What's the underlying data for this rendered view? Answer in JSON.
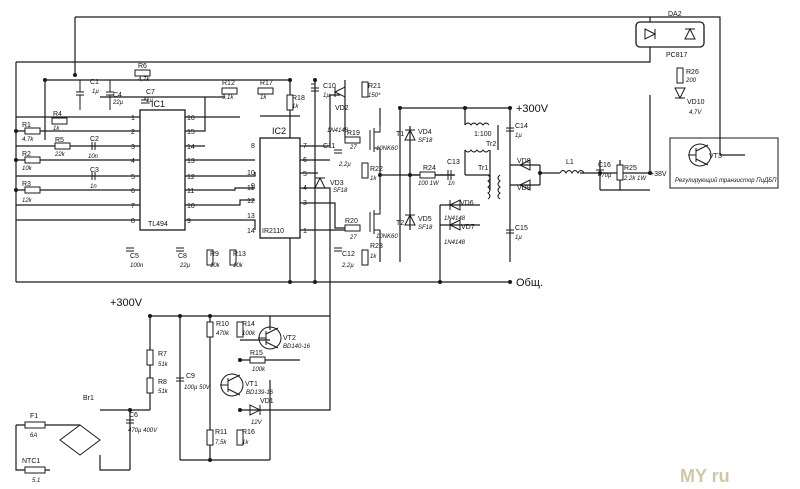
{
  "ics": {
    "ic1": {
      "ref": "IC1",
      "name": "TL494",
      "pins_left": [
        "1",
        "2",
        "3",
        "4",
        "5",
        "6",
        "7",
        "8"
      ],
      "pins_right": [
        "16",
        "15",
        "14",
        "13",
        "12",
        "11",
        "10",
        "9"
      ]
    },
    "ic2": {
      "ref": "IC2",
      "name": "IR2110",
      "pins_left": [
        "8",
        "",
        "12",
        "11",
        "13",
        "14"
      ],
      "pins_right": [
        "7",
        "6",
        "5",
        "4",
        "3",
        "1"
      ],
      "extra_left": [
        "10",
        "9"
      ]
    }
  },
  "rails": {
    "plus300_top": "+300V",
    "plus300_bottom": "+300V",
    "gnd": "Общ.",
    "plus38": "+38V"
  },
  "resistors": [
    {
      "ref": "R1",
      "val": "4,7k"
    },
    {
      "ref": "R2",
      "val": "10k"
    },
    {
      "ref": "R3",
      "val": "12k"
    },
    {
      "ref": "R4",
      "val": "1k"
    },
    {
      "ref": "R5",
      "val": "22k"
    },
    {
      "ref": "R6",
      "val": "4,7k"
    },
    {
      "ref": "R12",
      "val": "9,1k"
    },
    {
      "ref": "R17",
      "val": "1k"
    },
    {
      "ref": "R18",
      "val": "1k"
    },
    {
      "ref": "R21",
      "val": "150*"
    },
    {
      "ref": "R19",
      "val": "27"
    },
    {
      "ref": "R22",
      "val": "1k"
    },
    {
      "ref": "R20",
      "val": "27"
    },
    {
      "ref": "R23",
      "val": "1k"
    },
    {
      "ref": "R24",
      "val": "100 1W"
    },
    {
      "ref": "R25",
      "val": "2,2k 1W"
    },
    {
      "ref": "R26",
      "val": "200"
    },
    {
      "ref": "R9",
      "val": "10k"
    },
    {
      "ref": "R13",
      "val": "10k"
    },
    {
      "ref": "R7",
      "val": "51k"
    },
    {
      "ref": "R8",
      "val": "51k"
    },
    {
      "ref": "R10",
      "val": "470k"
    },
    {
      "ref": "R14",
      "val": "100k"
    },
    {
      "ref": "R15",
      "val": "100k"
    },
    {
      "ref": "R11",
      "val": "7,5k"
    },
    {
      "ref": "R16",
      "val": "1k"
    }
  ],
  "capacitors": [
    {
      "ref": "C1",
      "val": "1µ"
    },
    {
      "ref": "C2",
      "val": "10n"
    },
    {
      "ref": "C3",
      "val": "1n"
    },
    {
      "ref": "C4",
      "val": "22µ"
    },
    {
      "ref": "C7",
      "val": "1µ"
    },
    {
      "ref": "C10",
      "val": "1µ"
    },
    {
      "ref": "C11",
      "val": "2,2µ"
    },
    {
      "ref": "C12",
      "val": "2,2µ"
    },
    {
      "ref": "C13",
      "val": "1n"
    },
    {
      "ref": "C14",
      "val": "1µ"
    },
    {
      "ref": "C15",
      "val": "1µ"
    },
    {
      "ref": "C16",
      "val": "470µ"
    },
    {
      "ref": "C5",
      "val": "100n"
    },
    {
      "ref": "C8",
      "val": "22µ"
    },
    {
      "ref": "C9",
      "val": "100µ 50V"
    },
    {
      "ref": "C6",
      "val": "470µ 400V"
    }
  ],
  "diodes": [
    {
      "ref": "VD2",
      "val": "1N4148"
    },
    {
      "ref": "VD3",
      "val": "SF18"
    },
    {
      "ref": "VD4",
      "val": "SF18"
    },
    {
      "ref": "VD5",
      "val": "SF18"
    },
    {
      "ref": "VD6",
      "val": "1N4148"
    },
    {
      "ref": "VD7",
      "val": "1N4148"
    },
    {
      "ref": "VD8",
      "val": ""
    },
    {
      "ref": "VD9",
      "val": ""
    },
    {
      "ref": "VD10",
      "val": "4,7V"
    },
    {
      "ref": "VD1",
      "val": "12V"
    }
  ],
  "transistors": [
    {
      "ref": "T1",
      "val": "10NK60"
    },
    {
      "ref": "T2",
      "val": "10NK60"
    },
    {
      "ref": "VT1",
      "val": "BD139-16"
    },
    {
      "ref": "VT2",
      "val": "BD140-16"
    },
    {
      "ref": "VT3",
      "val": ""
    }
  ],
  "magnetics": {
    "tr1": "Tr1",
    "tr2": "Tr2",
    "tr2_ratio": "1:100",
    "l1": "L1"
  },
  "misc": {
    "da2": "DA2",
    "opto": "PC817",
    "f1": "F1",
    "f1_val": "6A",
    "br1": "Br1",
    "ntc": "NTC1",
    "ntc_val": "5.1"
  },
  "notes": {
    "vt3_label": "Регулирующий транзистор ПиДБП"
  },
  "watermark": "MY  ru"
}
